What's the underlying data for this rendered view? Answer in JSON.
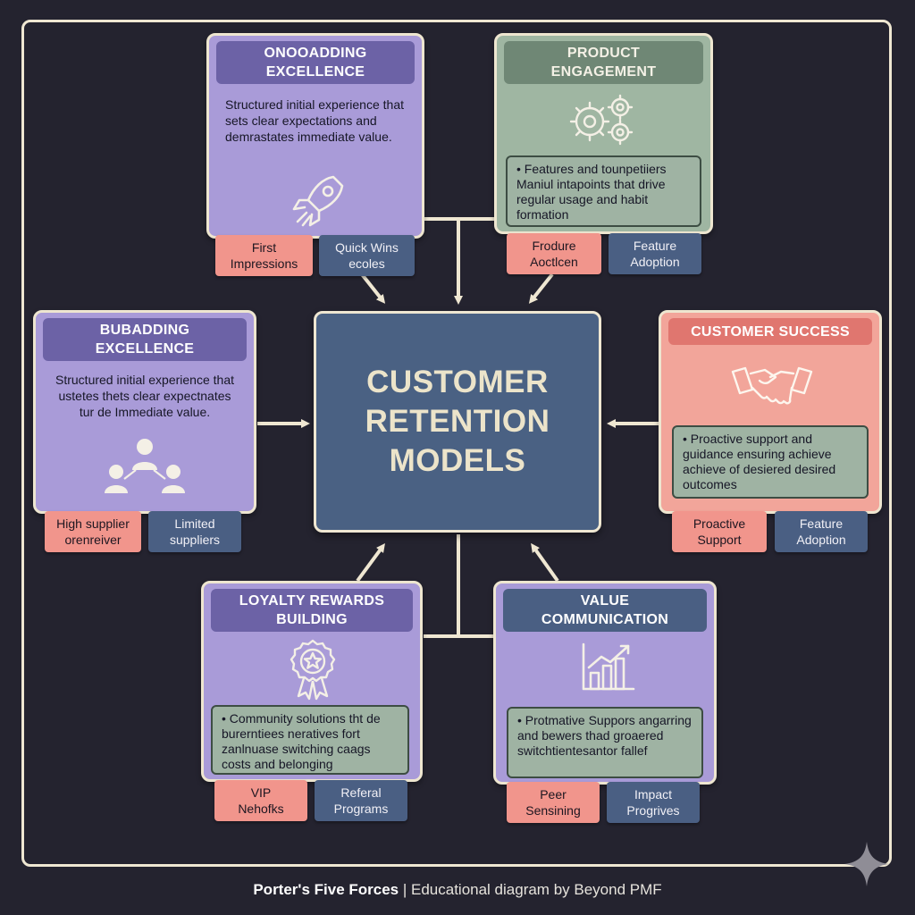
{
  "center": {
    "title": "CUSTOMER\nRETENTION\nMODELS"
  },
  "cards": {
    "onboarding": {
      "title": "ONOOADDING\nEXCELLENCE",
      "description": "Structured initial experience that sets clear expectations and demrastates immediate value.",
      "icon": "rocket-icon",
      "tags": [
        "First\nImpressions",
        "Quick Wins\necoles"
      ]
    },
    "product_engagement": {
      "title": "PRODUCT\nENGAGEMENT",
      "description": "• Features and tounpetiiers Maniul intapoints that drive regular usage and habit formation",
      "icon": "gears-icon",
      "tags": [
        "Frodure\nAoctlcen",
        "Feature\nAdoption"
      ]
    },
    "bubadding": {
      "title": "BUBADDING\nEXCELLENCE",
      "description": "Structured initial experience that ustetes thets clear expectnates tur de Immediate value.",
      "icon": "team-network-icon",
      "tags": [
        "High supplier\norenreiver",
        "Limited\nsuppliers"
      ]
    },
    "customer_success": {
      "title": "CUSTOMER SUCCESS",
      "description": "• Proactive support and guidance ensuring achieve achieve of desiered desired outcomes",
      "icon": "handshake-icon",
      "tags": [
        "Proactive\nSupport",
        "Feature\nAdoption"
      ]
    },
    "loyalty": {
      "title": "LOYALTY REWARDS\nBUILDING",
      "description": "• Community solutions tht de burerntiees neratives fort zanlnuase switching caags costs and belonging",
      "icon": "award-badge-icon",
      "tags": [
        "VIP\nNehofks",
        "Referal\nPrograms"
      ]
    },
    "value_communication": {
      "title": "VALUE\nCOMMUNICATION",
      "description": "• Protmative Suppors angarring and bewers thad groaered switchtientesantor fallef",
      "icon": "growth-chart-icon",
      "tags": [
        "Peer\nSensining",
        "Impact\nProgrives"
      ]
    }
  },
  "caption": {
    "bold": "Porter's Five Forces",
    "rest": " | Educational diagram by Beyond PMF"
  },
  "colors": {
    "background": "#24232f",
    "frame": "#efe7d2",
    "center": "#4a6183",
    "card_purple": "#a99bd8",
    "card_green": "#9fb6a2",
    "card_coral": "#f2a59a",
    "tag_coral": "#f1958c",
    "tag_slate": "#4a5f83"
  }
}
